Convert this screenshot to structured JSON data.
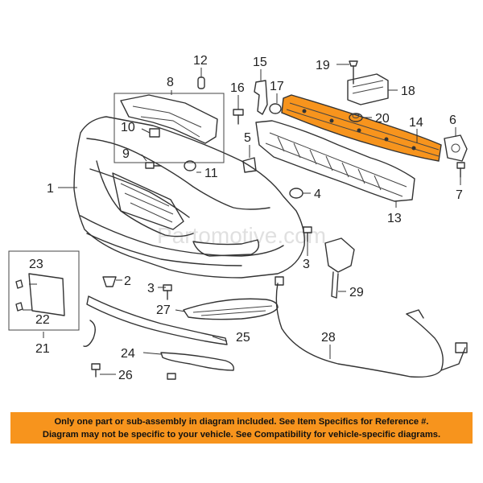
{
  "watermark": "Partomotive.com",
  "callouts": {
    "c1": "1",
    "c2": "2",
    "c3a": "3",
    "c3b": "3",
    "c4": "4",
    "c5": "5",
    "c6": "6",
    "c7": "7",
    "c8": "8",
    "c9": "9",
    "c10": "10",
    "c11": "11",
    "c12": "12",
    "c13": "13",
    "c14": "14",
    "c15": "15",
    "c16": "16",
    "c17": "17",
    "c18": "18",
    "c19": "19",
    "c20": "20",
    "c21": "21",
    "c22": "22",
    "c23": "23",
    "c24": "24",
    "c25": "25",
    "c26": "26",
    "c27": "27",
    "c28": "28",
    "c29": "29"
  },
  "highlight_color": "#f7941d",
  "footer": {
    "line1": "Only one part or sub-assembly in diagram included. See Item Specifics for Reference #.",
    "line2": "Diagram may not be specific to your vehicle. See Compatibility for vehicle-specific diagrams."
  }
}
